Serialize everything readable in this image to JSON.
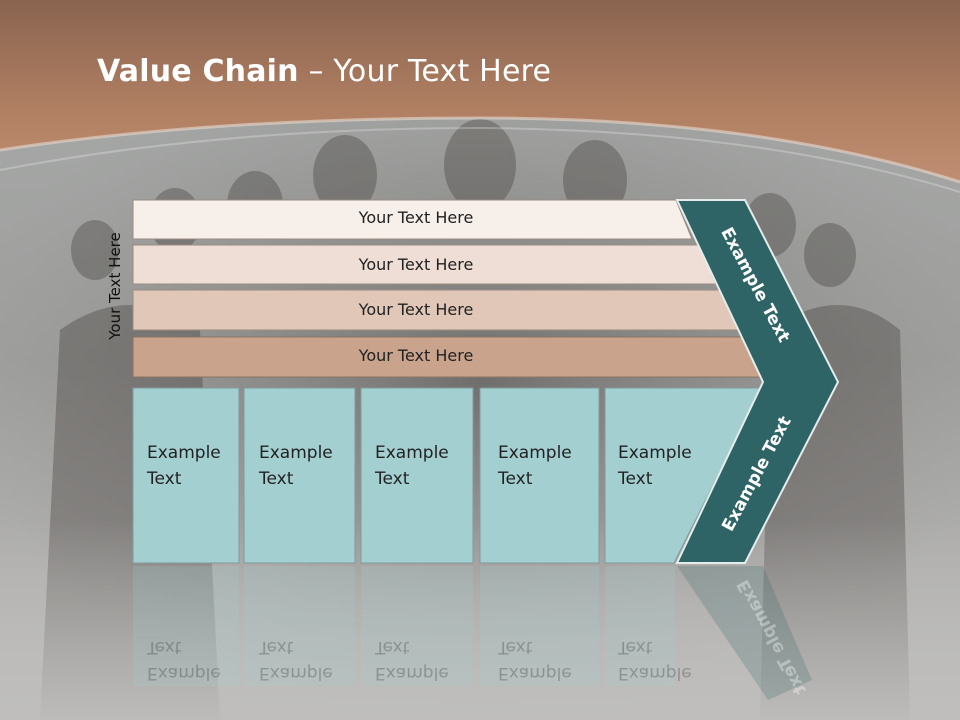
{
  "slide": {
    "title_bold": "Value Chain",
    "title_rest": " – Your Text Here",
    "side_label": "Your Text Here"
  },
  "bars": [
    {
      "label": "Your Text Here",
      "color": "#f6efea"
    },
    {
      "label": "Your Text Here",
      "color": "#eeded5"
    },
    {
      "label": "Your Text Here",
      "color": "#e0c7b8"
    },
    {
      "label": "Your Text Here",
      "color": "#c9a38c"
    }
  ],
  "boxes": [
    {
      "line1": "Example",
      "line2": "Text"
    },
    {
      "line1": "Example",
      "line2": "Text"
    },
    {
      "line1": "Example",
      "line2": "Text"
    },
    {
      "line1": "Example",
      "line2": "Text"
    },
    {
      "line1": "Example",
      "line2": "Text"
    }
  ],
  "arrow": {
    "upper_label": "Example Text",
    "lower_label": "Example Text",
    "color": "#2f6466"
  },
  "colors": {
    "header_brown": "#b07f62",
    "box_teal": "#a3cfd1",
    "background_gray": "#b9b8b6"
  }
}
